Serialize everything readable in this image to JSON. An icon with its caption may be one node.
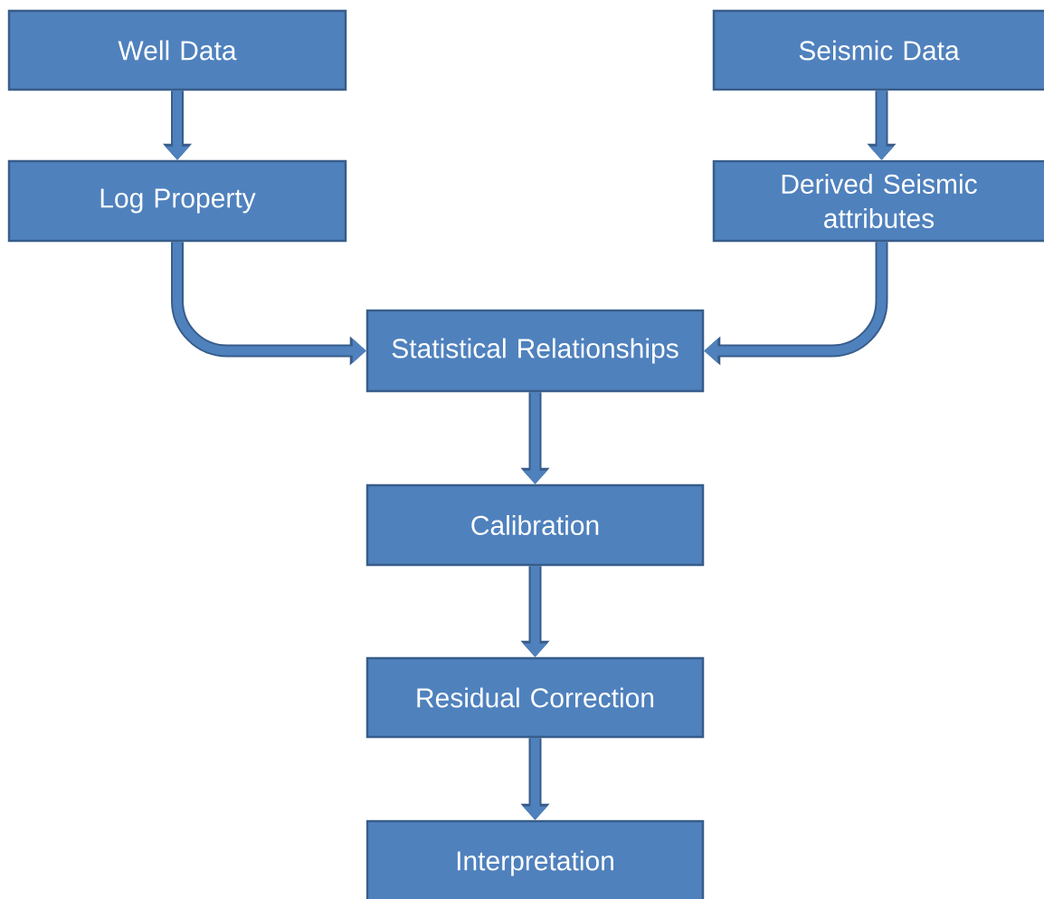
{
  "diagram": {
    "nodes": [
      {
        "text": [
          "Well Data"
        ]
      },
      {
        "text": [
          "Seismic Data"
        ]
      },
      {
        "text": [
          "Log Property"
        ]
      },
      {
        "text": [
          "Derived Seismic attributes"
        ]
      },
      {
        "text": [
          "Statistical Relationships"
        ]
      },
      {
        "text": [
          "Calibration"
        ]
      },
      {
        "text": [
          "Residual Correction"
        ]
      },
      {
        "text": [
          "Interpretation"
        ]
      }
    ],
    "edges": [
      {
        "from": 0,
        "to": 2,
        "arrow": "to"
      },
      {
        "from": 1,
        "to": 3,
        "arrow": "to"
      },
      {
        "from": 2,
        "to": 4,
        "arrow": "to"
      },
      {
        "from": 3,
        "to": 4,
        "arrow": "to"
      },
      {
        "from": 4,
        "to": 5,
        "arrow": "to"
      },
      {
        "from": 5,
        "to": 6,
        "arrow": "to"
      },
      {
        "from": 6,
        "to": 7,
        "arrow": "to"
      }
    ]
  }
}
